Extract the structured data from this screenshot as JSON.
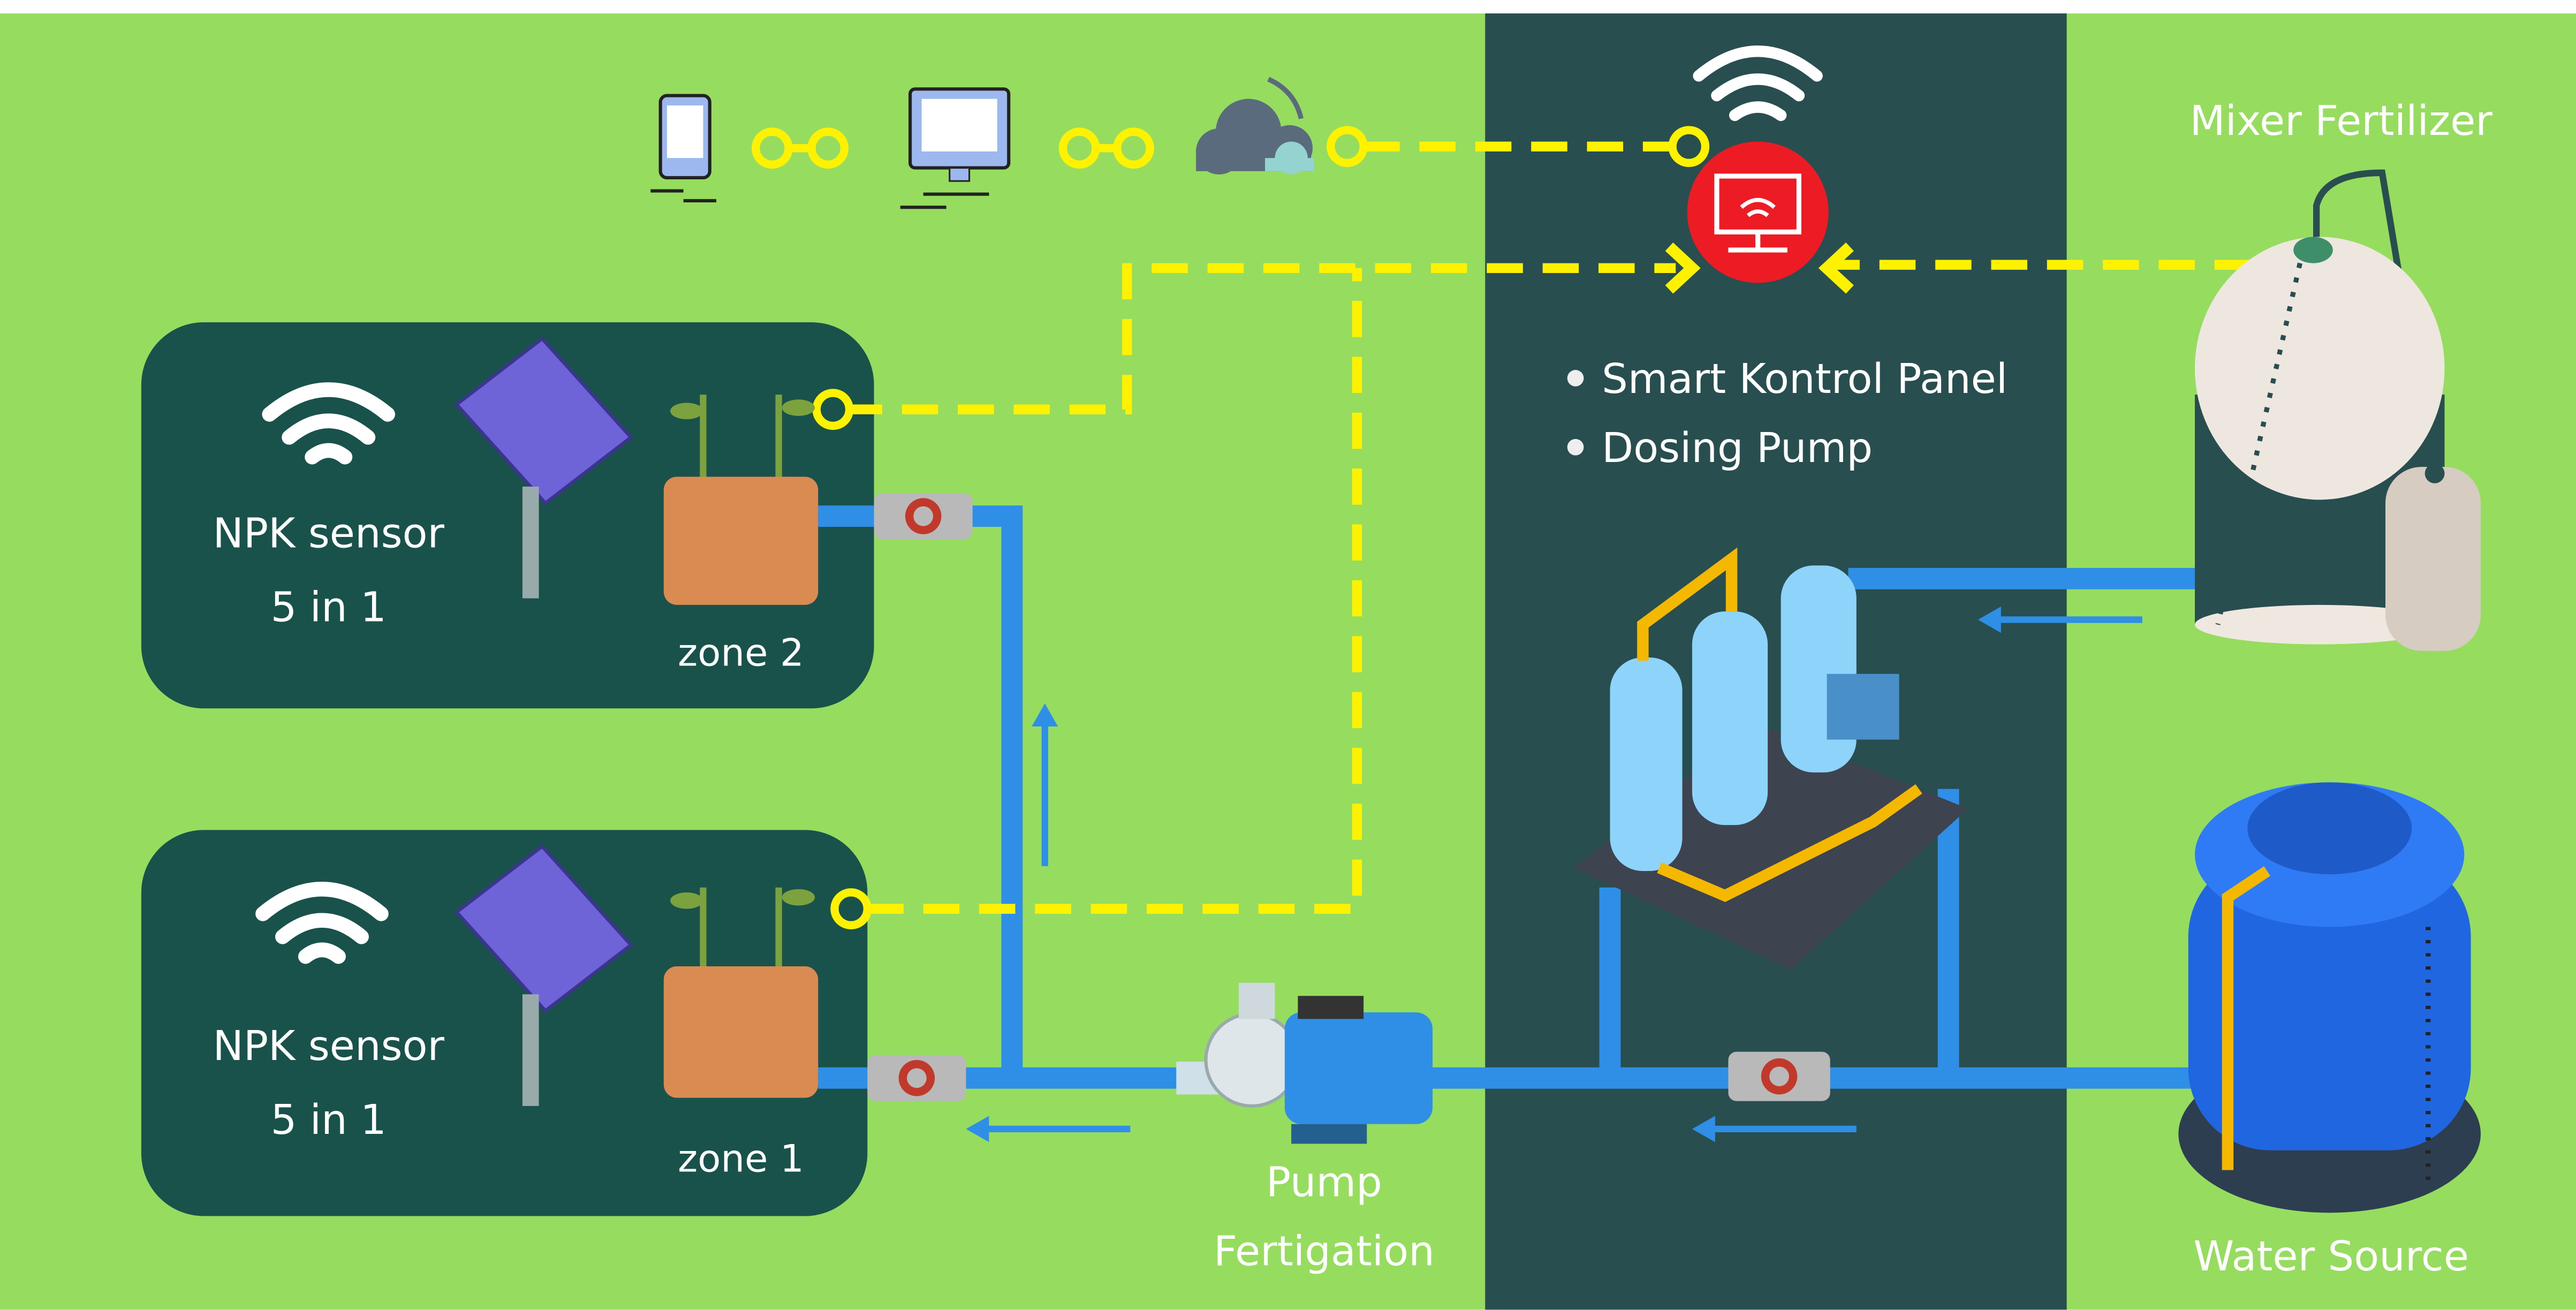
{
  "colors": {
    "background": "#96DC5F",
    "control_column": "#284E50",
    "zone_box": "#18524B",
    "signal_line": "#FFF200",
    "water_pipe": "#2F8FE6",
    "control_panel": "#ED1C24",
    "text": "#FFFFFF"
  },
  "top_chain": {
    "icons": [
      "smartphone-icon",
      "desktop-monitor-icon",
      "cloud-wifi-icon",
      "wifi-icon",
      "control-panel-icon"
    ]
  },
  "zones": [
    {
      "sensor_label": "NPK sensor",
      "sensor_sub": "5 in 1",
      "zone_label": "zone 2"
    },
    {
      "sensor_label": "NPK sensor",
      "sensor_sub": "5 in 1",
      "zone_label": "zone 1"
    }
  ],
  "control_column": {
    "items": [
      "Smart Kontrol Panel",
      "Dosing Pump"
    ]
  },
  "labels": {
    "mixer": "Mixer Fertilizer",
    "pump_line1": "Pump",
    "pump_line2": "Fertigation",
    "water": "Water Source"
  }
}
